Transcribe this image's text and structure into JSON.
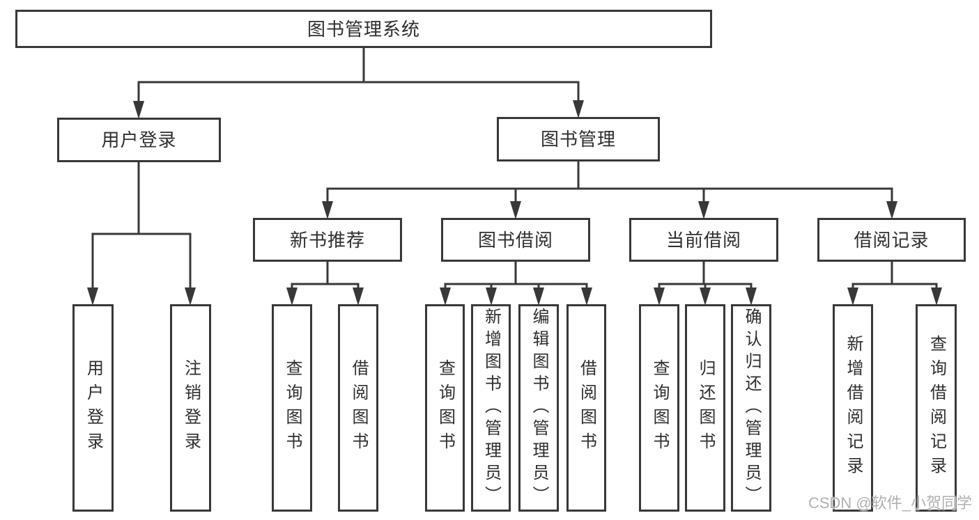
{
  "tree": {
    "label": "图书管理系统",
    "children": [
      {
        "label": "用户登录",
        "children": [
          {
            "label": "用户登录"
          },
          {
            "label": "注销登录"
          }
        ]
      },
      {
        "label": "图书管理",
        "children": [
          {
            "label": "新书推荐",
            "children": [
              {
                "label": "查询图书"
              },
              {
                "label": "借阅图书"
              }
            ]
          },
          {
            "label": "图书借阅",
            "children": [
              {
                "label": "查询图书"
              },
              {
                "label": "新增图书（管理员）"
              },
              {
                "label": "编辑图书（管理员）"
              },
              {
                "label": "借阅图书"
              }
            ]
          },
          {
            "label": "当前借阅",
            "children": [
              {
                "label": "查询图书"
              },
              {
                "label": "归还图书"
              },
              {
                "label": "确认归还（管理员）"
              }
            ]
          },
          {
            "label": "借阅记录",
            "children": [
              {
                "label": "新增借阅记录"
              },
              {
                "label": "查询借阅记录"
              }
            ]
          }
        ]
      }
    ]
  },
  "watermark": "CSDN @软件_小贺同学",
  "colors": {
    "line": "#383838",
    "box_border": "#383838",
    "text": "#2e2e2e",
    "background": "#ffffff",
    "watermark": "#b0b0b0"
  }
}
